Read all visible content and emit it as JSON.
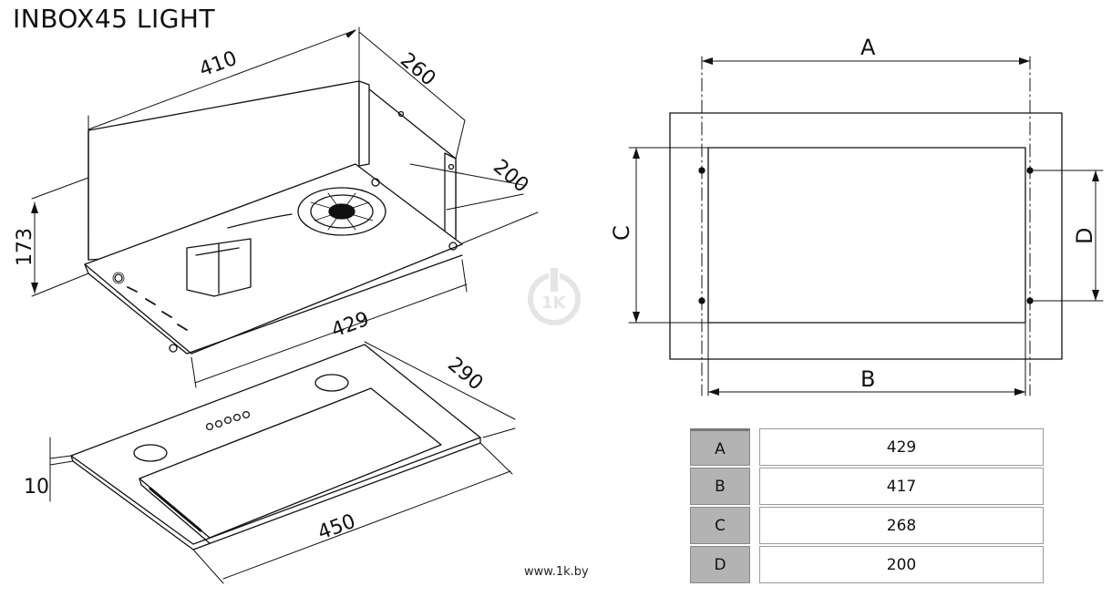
{
  "title": "INBOX45 LIGHT",
  "dimensions": {
    "width_top": "410",
    "depth_top": "260",
    "depth_inner": "200",
    "height": "173",
    "width_frame": "429",
    "depth_panel": "290",
    "panel_thickness": "10",
    "width_panel": "450"
  },
  "cutout_labels": {
    "a": "A",
    "b": "B",
    "c": "C",
    "d": "D"
  },
  "spec_table": [
    {
      "key": "A",
      "value": "429"
    },
    {
      "key": "B",
      "value": "417"
    },
    {
      "key": "C",
      "value": "268"
    },
    {
      "key": "D",
      "value": "200"
    }
  ],
  "watermark": "www.1k.by",
  "logo_text": "1K",
  "icons": [
    "power-icon-logo"
  ],
  "colors": {
    "line": "#111111",
    "table_key_bg": "#b3b3b3",
    "table_border": "#9c9c9c"
  }
}
